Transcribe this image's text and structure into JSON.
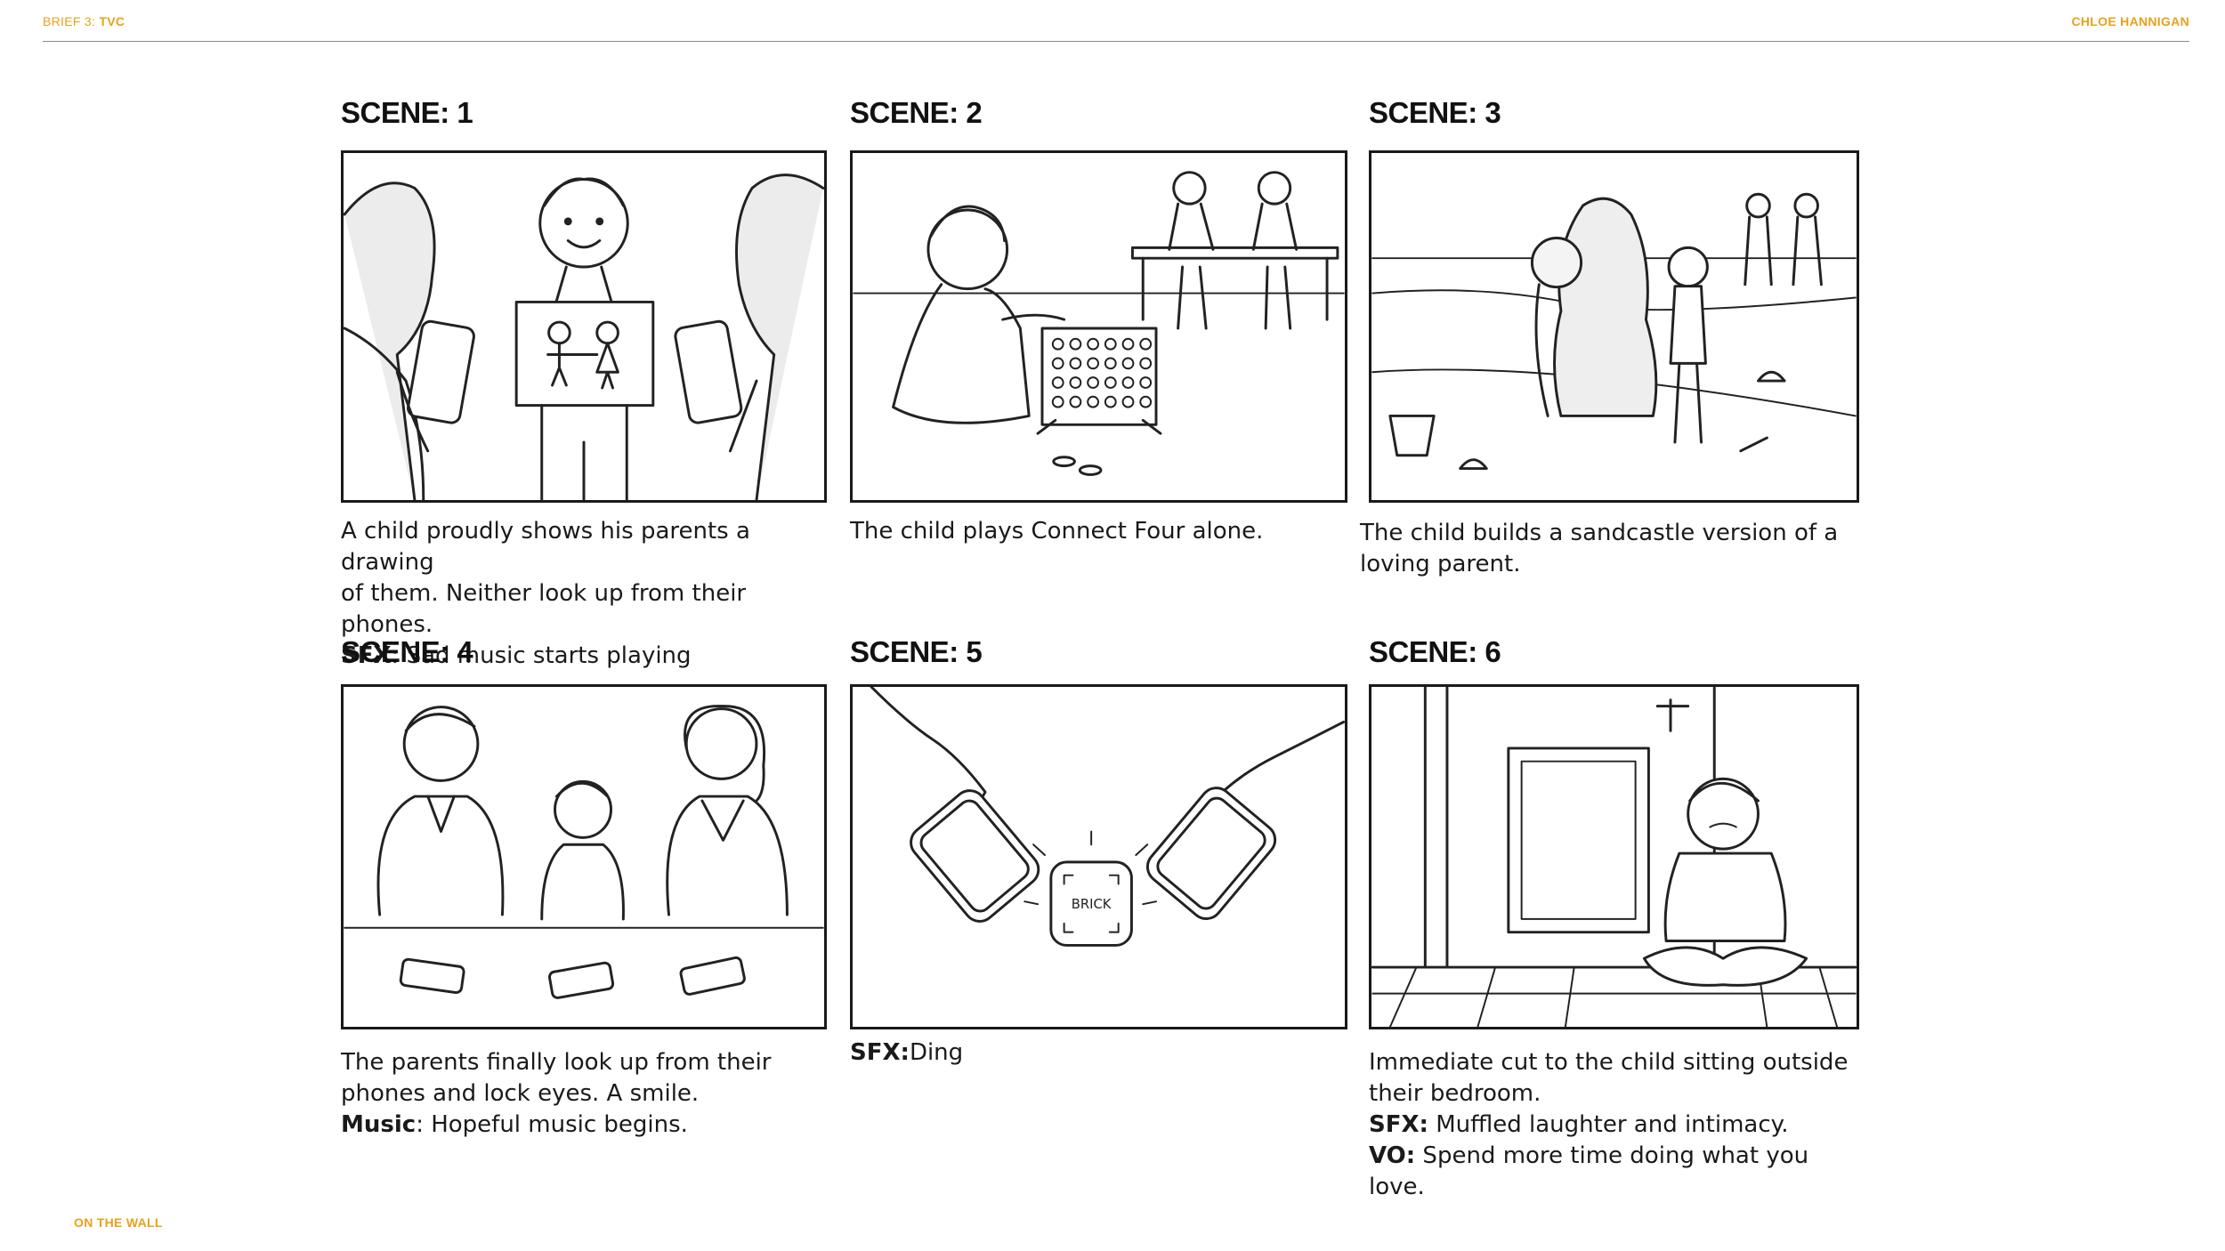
{
  "header": {
    "left_prefix": "BRIEF 3: ",
    "left_strong": "TVC",
    "right": "CHLOE HANNIGAN"
  },
  "footer": {
    "left": "ON THE WALL"
  },
  "scenes": [
    {
      "title": "SCENE: 1",
      "lines": [
        "A child proudly shows his parents a drawing",
        "of them. Neither look up from their phones."
      ],
      "tag": "SFX",
      "tag_text": ": Sad music starts playing"
    },
    {
      "title": "SCENE: 2",
      "lines": [
        "The child plays Connect Four alone."
      ]
    },
    {
      "title": "SCENE: 3",
      "lines": [
        "The child builds a sandcastle version of a",
        "loving parent."
      ]
    },
    {
      "title": "SCENE: 4",
      "lines": [
        "The parents finally look up from their",
        "phones and lock eyes. A smile."
      ],
      "tag": "Music",
      "tag_text": ": Hopeful music begins."
    },
    {
      "title": "SCENE: 5",
      "tag": "SFX:",
      "tag_text": "Ding",
      "device_label": "BRICK"
    },
    {
      "title": "SCENE: 6",
      "lines": [
        "Immediate cut to the child sitting outside",
        "their bedroom."
      ],
      "tag": "SFX:",
      "tag_text": " Muffled laughter and intimacy.",
      "tag2": "VO:",
      "tag2_text": " Spend more time doing what you love."
    }
  ]
}
